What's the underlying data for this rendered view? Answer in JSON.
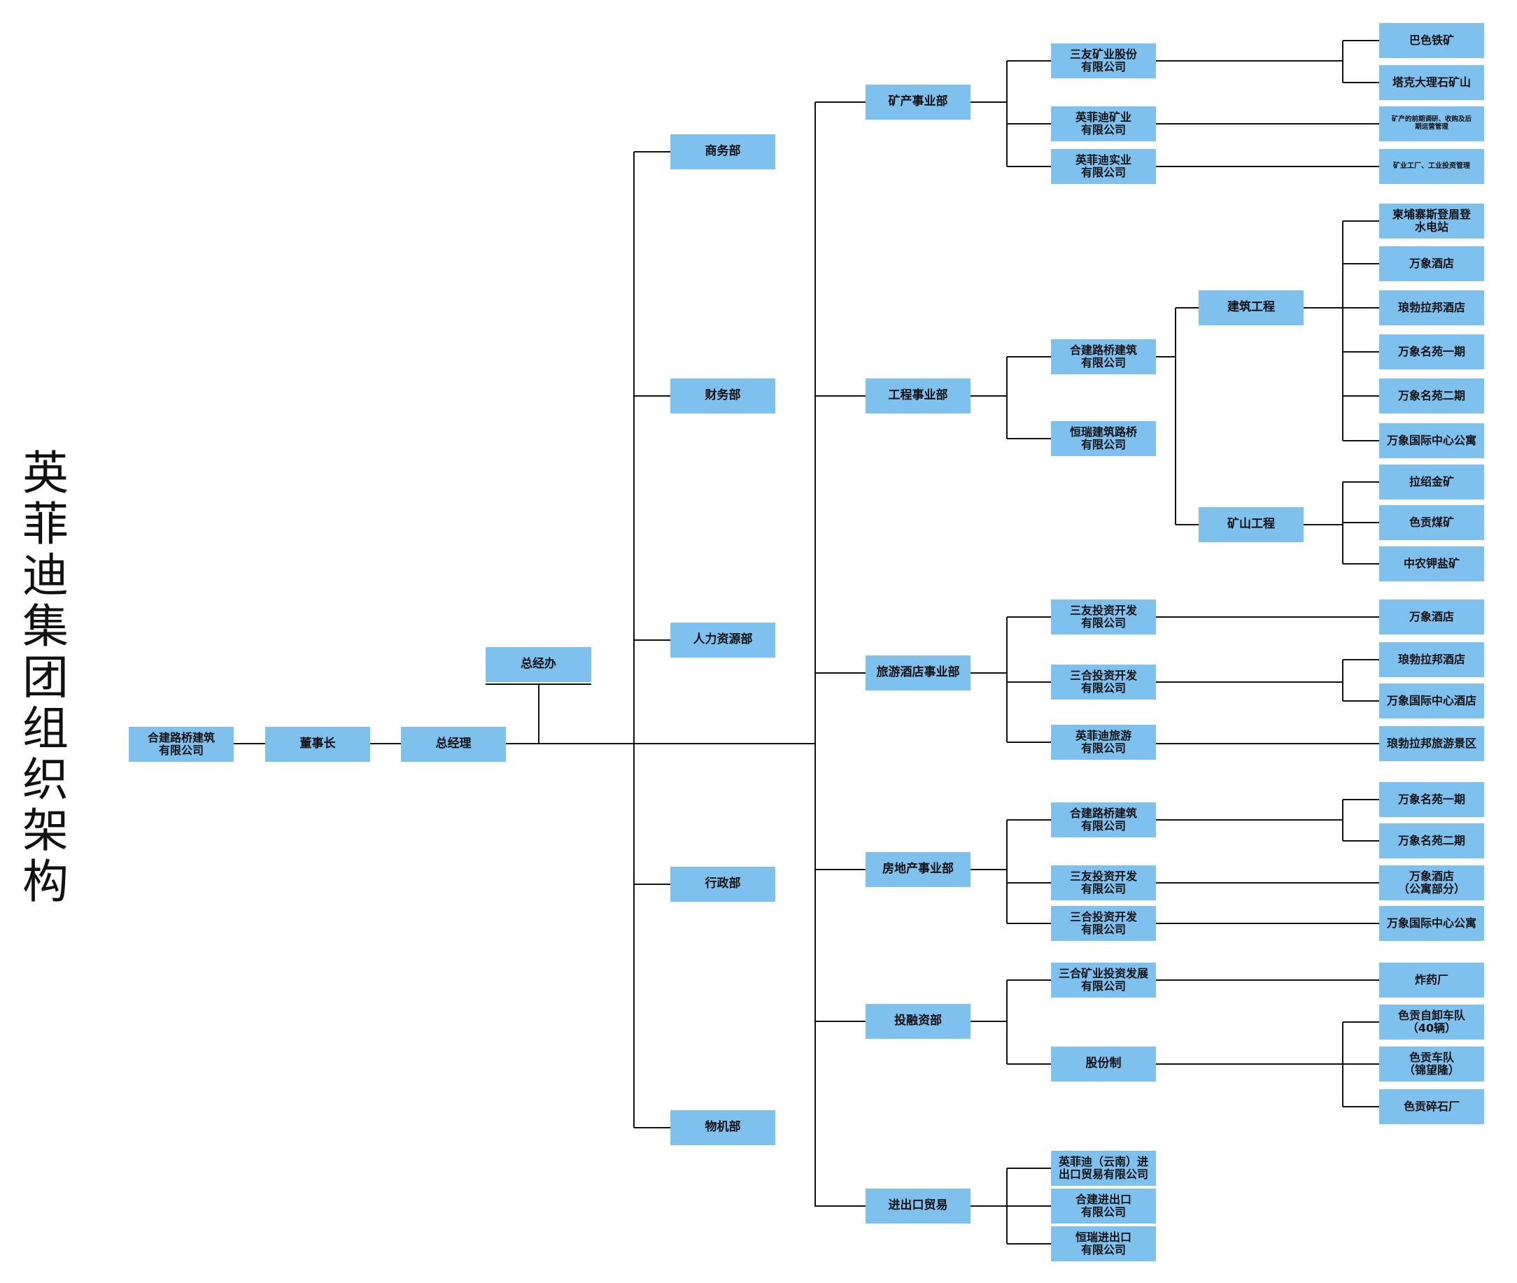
{
  "title": "英菲迪集团组织架构",
  "colors": {
    "box_fill": "#7ec1ef",
    "line": "#111111",
    "background": "#ffffff"
  },
  "nodes": {
    "hejian_root": "合建路桥建筑\n有限公司",
    "chairman": "董事长",
    "general_manager": "总经理",
    "gm_office": "总经办",
    "commerce": "商务部",
    "finance": "财务部",
    "hr": "人力资源部",
    "admin": "行政部",
    "materials": "物机部",
    "mining_div": "矿产事业部",
    "engineering_div": "工程事业部",
    "tourism_div": "旅游酒店事业部",
    "realestate_div": "房地产事业部",
    "investment_div": "投融资部",
    "trade_div": "进出口贸易",
    "sanyou_mining": "三友矿业股份\n有限公司",
    "yfd_mining": "英菲迪矿业\n有限公司",
    "yfd_industry": "英菲迪实业\n有限公司",
    "hejian_eng": "合建路桥建筑\n有限公司",
    "hengrui": "恒瑞建筑路桥\n有限公司",
    "construction": "建筑工程",
    "mine_eng": "矿山工程",
    "sanyou_inv_t": "三友投资开发\n有限公司",
    "sanhe_inv_t": "三合投资开发\n有限公司",
    "yfd_tourism": "英菲迪旅游\n有限公司",
    "hejian_re": "合建路桥建筑\n有限公司",
    "sanyou_inv_r": "三友投资开发\n有限公司",
    "sanhe_inv_r": "三合投资开发\n有限公司",
    "sanhe_mining_inv": "三合矿业投资发展\n有限公司",
    "shareholding": "股份制",
    "yfd_trade": "英菲迪（云南）进\n出口贸易有限公司",
    "hejian_trade": "合建进出口\n有限公司",
    "hengrui_trade": "恒瑞进出口\n有限公司",
    "basi_iron": "巴色铁矿",
    "take_marble": "塔克大理石矿山",
    "mining_research": "矿产的前期调研、收购及后\n期运营管理",
    "mining_factory": "矿业工厂、工业投资管理",
    "cambodia_hydro": "柬埔寨斯登眉登\n水电站",
    "wanxiang_hotel_c": "万象酒店",
    "luangprabang_hotel_c": "琅勃拉邦酒店",
    "wanxiang_garden1_c": "万象名苑一期",
    "wanxiang_garden2_c": "万象名苑二期",
    "wanxiang_intl_apt_c": "万象国际中心公寓",
    "lashao_gold": "拉绍金矿",
    "segong_coal": "色贡煤矿",
    "zhongnong_potash": "中农钾盐矿",
    "wanxiang_hotel_t": "万象酒店",
    "luangprabang_hotel_t": "琅勃拉邦酒店",
    "wanxiang_intl_hotel_t": "万象国际中心酒店",
    "luangprabang_scenic": "琅勃拉邦旅游景区",
    "wanxiang_garden1_r": "万象名苑一期",
    "wanxiang_garden2_r": "万象名苑二期",
    "wanxiang_hotel_apt": "万象酒店\n（公寓部分）",
    "wanxiang_intl_apt_r": "万象国际中心公寓",
    "explosives": "炸药厂",
    "segong_dump_truck": "色贡自卸车队\n（40辆）",
    "segong_fleet": "色贡车队\n（锦望隆）",
    "segong_gravel": "色贡碎石厂"
  }
}
